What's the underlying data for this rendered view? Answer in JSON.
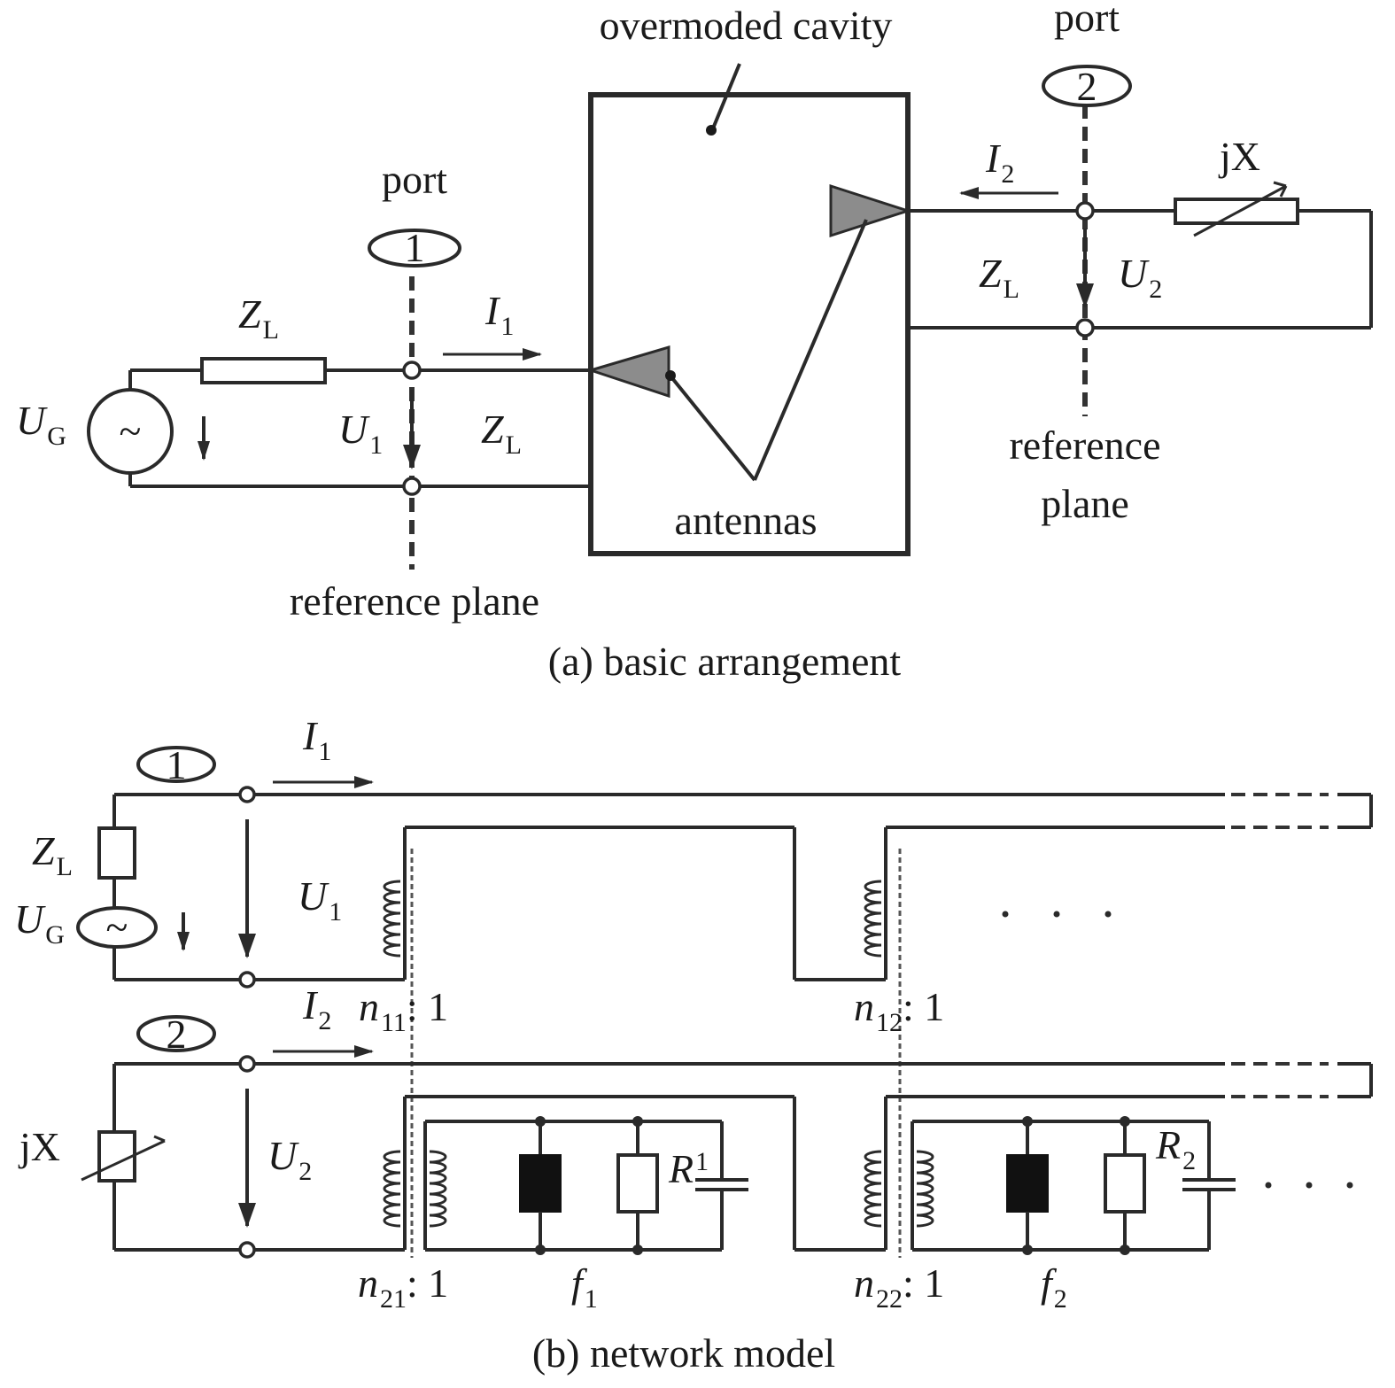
{
  "part_a": {
    "caption": "(a) basic arrangement",
    "cavity_label": "overmoded cavity",
    "antennas_label": "antennas",
    "port1": {
      "label": "port",
      "number": "1",
      "ref_plane": "reference plane"
    },
    "port2": {
      "label": "port",
      "number": "2",
      "ref_plane_line1": "reference",
      "ref_plane_line2": "plane"
    },
    "source": {
      "symbol": "U",
      "sub": "G",
      "glyph": "~"
    },
    "zl_left": {
      "symbol": "Z",
      "sub": "L"
    },
    "zl_mid": {
      "symbol": "Z",
      "sub": "L"
    },
    "zl_right": {
      "symbol": "Z",
      "sub": "L"
    },
    "u1": {
      "symbol": "U",
      "sub": "1"
    },
    "u2": {
      "symbol": "U",
      "sub": "2"
    },
    "i1": {
      "symbol": "I",
      "sub": "1"
    },
    "i2": {
      "symbol": "I",
      "sub": "2"
    },
    "jx": "jX"
  },
  "part_b": {
    "caption": "(b) network model",
    "port1_number": "1",
    "port2_number": "2",
    "zl": {
      "symbol": "Z",
      "sub": "L"
    },
    "source": {
      "symbol": "U",
      "sub": "G",
      "glyph": "~"
    },
    "jx": "jX",
    "u1": {
      "symbol": "U",
      "sub": "1"
    },
    "u2": {
      "symbol": "U",
      "sub": "2"
    },
    "i1": {
      "symbol": "I",
      "sub": "1"
    },
    "i2": {
      "symbol": "I",
      "sub": "2"
    },
    "n11": {
      "symbol": "n",
      "sub": "11",
      "ratio": ": 1"
    },
    "n12": {
      "symbol": "n",
      "sub": "12",
      "ratio": ": 1"
    },
    "n21": {
      "symbol": "n",
      "sub": "21",
      "ratio": ": 1"
    },
    "n22": {
      "symbol": "n",
      "sub": "22",
      "ratio": ": 1"
    },
    "r1": {
      "symbol": "R",
      "sub": "1"
    },
    "r2": {
      "symbol": "R",
      "sub": "2"
    },
    "f1": {
      "symbol": "f",
      "sub": "1"
    },
    "f2": {
      "symbol": "f",
      "sub": "2"
    },
    "ellipsis_top": "· · ·",
    "ellipsis_bottom": "· · ·"
  }
}
